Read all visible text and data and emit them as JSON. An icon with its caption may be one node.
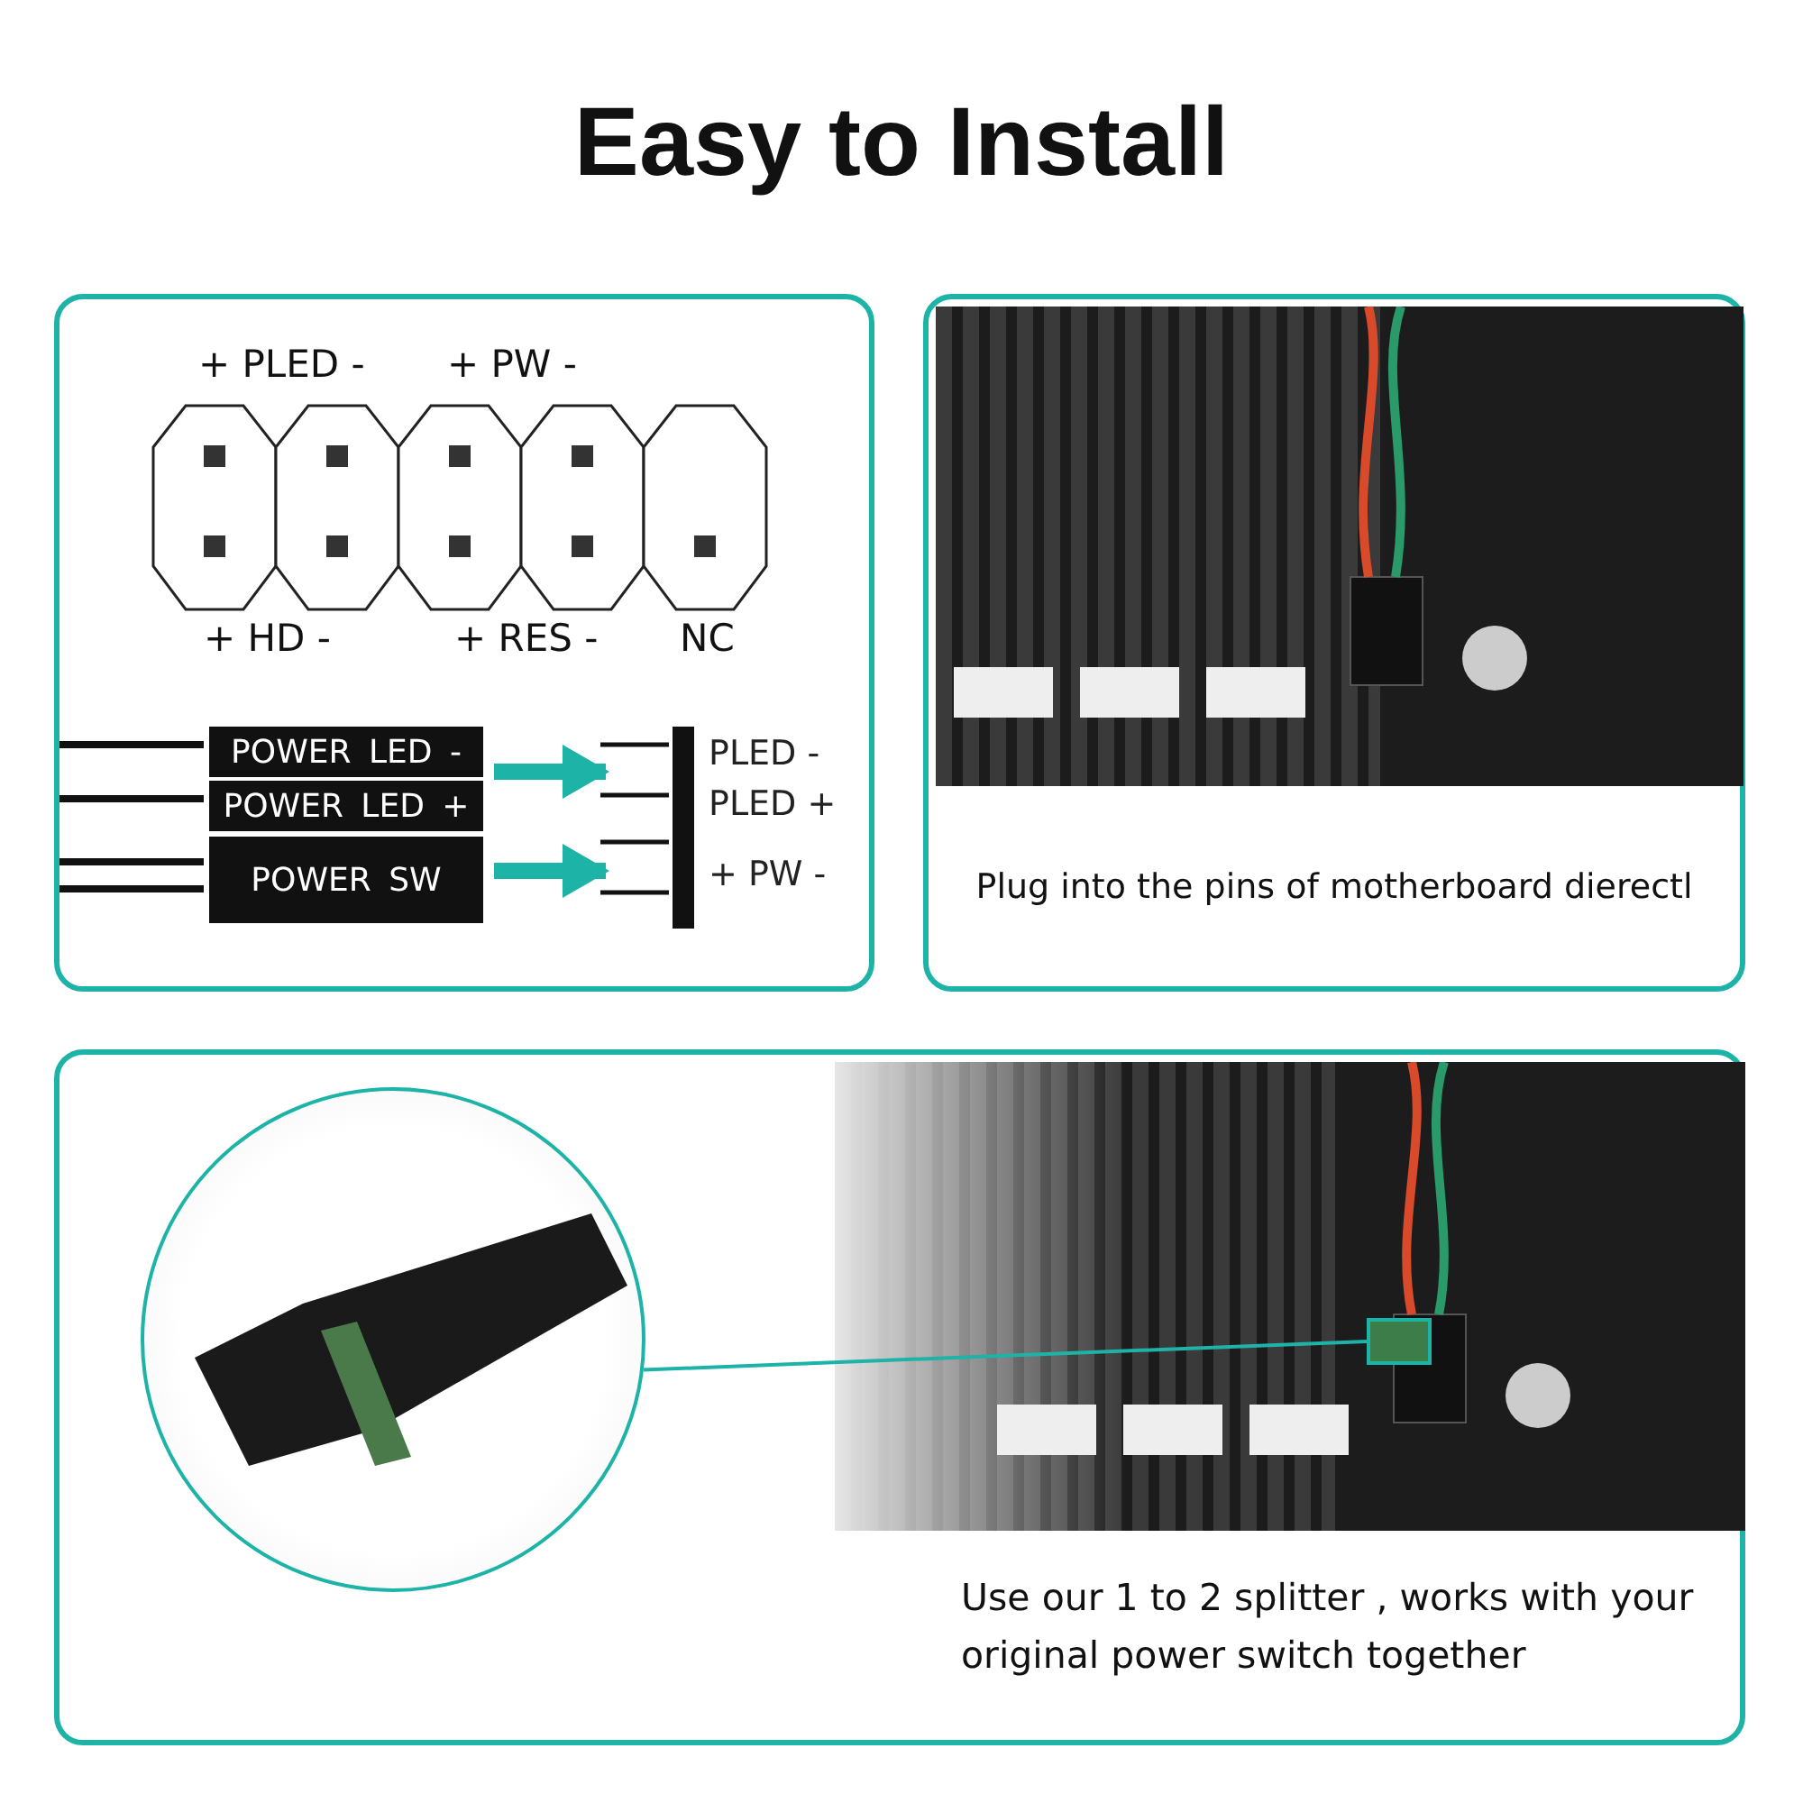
{
  "diagram": {
    "title": "Easy to Install",
    "nodes": [
      {
        "text": [],
        "shape": "box"
      },
      {
        "text": [
          "POWER LED -"
        ],
        "in": 0
      },
      {
        "text": [
          "POWER LED +"
        ],
        "in": 0
      },
      {
        "text": [
          "POWER SW"
        ],
        "in": 0
      },
      {
        "text": [
          "PLED -",
          "PLED +",
          "+ PW -"
        ],
        "in": 0
      },
      {
        "text": [
          "Plug into the pins of motherboard dierectl"
        ]
      },
      {
        "text": [],
        "shape": "picture",
        "in": 5
      },
      {
        "text": [
          "Use our 1 to 2 splitter , works with your original power switch together"
        ]
      },
      {
        "text": [],
        "shape": "circle",
        "in": 7
      },
      {
        "text": [],
        "shape": "picture",
        "in": 7
      },
      {
        "text": [],
        "shape": "box",
        "in": 9
      }
    ],
    "edges": [
      {
        "from": 1,
        "to": 4,
        "arrow": "to"
      },
      {
        "from": 3,
        "to": 4,
        "arrow": "to"
      },
      {
        "from": 8,
        "to": 10,
        "arrow": "none"
      }
    ],
    "labels": [
      "+ PLED -",
      "+ PW -",
      "+ HD -",
      "+ RES -",
      "NC"
    ]
  }
}
